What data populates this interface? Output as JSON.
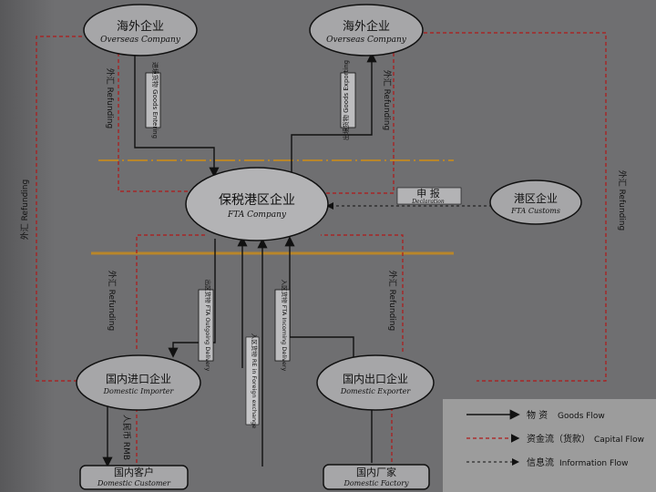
{
  "nodes": {
    "overseas_left": {
      "cn": "海外企业",
      "en": "Overseas Company"
    },
    "overseas_right": {
      "cn": "海外企业",
      "en": "Overseas Company"
    },
    "fta_company": {
      "cn": "保税港区企业",
      "en": "FTA Company"
    },
    "fta_customs": {
      "cn": "港区企业",
      "en": "FTA Customs"
    },
    "domestic_importer": {
      "cn": "国内进口企业",
      "en": "Domestic Importer"
    },
    "domestic_exporter": {
      "cn": "国内出口企业",
      "en": "Domestic Exporter"
    },
    "domestic_customer": {
      "cn": "国内客户",
      "en": "Domestic Customer"
    },
    "domestic_factory": {
      "cn": "国内厂家",
      "en": "Domestic Factory"
    }
  },
  "edge_labels": {
    "outer_left": "外汇 Refunding",
    "outer_right": "外汇 Refunding",
    "top_left_payment": "外汇 Refunding",
    "top_left_goods": "进境货物 Goods Entering",
    "top_right_goods": "出境货物 Goods Exporting",
    "top_right_payment": "外汇 Refunding",
    "declaration_cn": "申 报",
    "declaration_en": "Declaration",
    "bottom_left_payment": "外汇 Refunding",
    "bottom_left_goods": "出区货物 FTA Outgoing Delivery",
    "center_goods": "入区货物 RE in Foreign exchange",
    "bottom_right_goods": "入区货物 FTA Incoming Delivery",
    "bottom_right_payment": "外汇 Refunding",
    "bottom_left_lower": "人民币 RMB"
  },
  "legend": {
    "items": [
      {
        "cn": "物 资",
        "en": "Goods Flow"
      },
      {
        "cn": "资金流（货款）",
        "en": "Capital Flow"
      },
      {
        "cn": "信息流",
        "en": "Information Flow"
      }
    ]
  },
  "colors": {
    "background": "#6f6f71",
    "line": "#111111",
    "band": "#b8862a",
    "capital_flow": "#b01818",
    "legend_bg": "#9c9c9c"
  }
}
